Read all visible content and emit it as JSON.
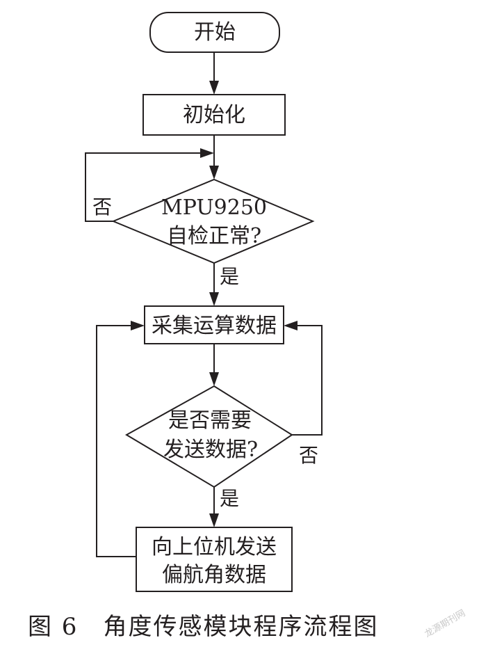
{
  "nodes": {
    "start": "开始",
    "init": "初始化",
    "check_line1": "MPU9250",
    "check_line2": "自检正常?",
    "collect": "采集运算数据",
    "decide_line1": "是否需要",
    "decide_line2": "发送数据?",
    "send_line1": "向上位机发送",
    "send_line2": "偏航角数据"
  },
  "edge_labels": {
    "check_no": "否",
    "check_yes": "是",
    "decide_no": "否",
    "decide_yes": "是"
  },
  "caption": "图 6　角度传感模块程序流程图",
  "watermark": "龙源期刊网",
  "colors": {
    "ink": "#231f20",
    "watermark": "#c9c9c9"
  }
}
